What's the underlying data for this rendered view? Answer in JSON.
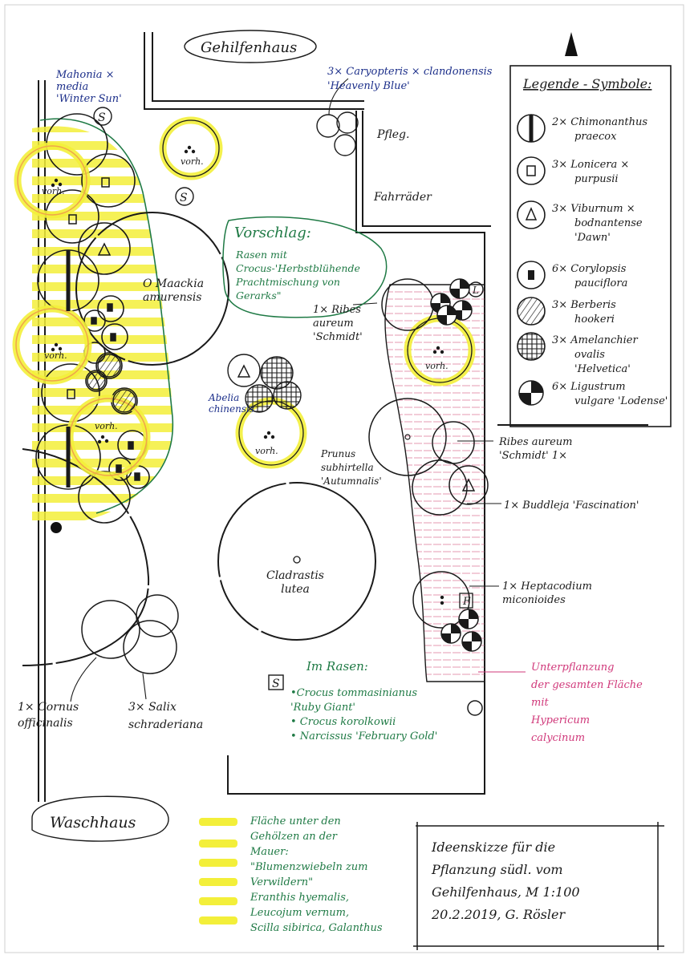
{
  "labels": {
    "gehilfenhaus": "Gehilfenhaus",
    "waschhaus": "Waschhaus",
    "pflege": "Pfleg.",
    "fahrraeder": "Fahrräder",
    "mahonia": [
      "Mahonia ×",
      "media",
      "'Winter Sun'"
    ],
    "caryopteris": [
      "3× Caryopteris × clandonensis",
      "'Heavenly Blue'"
    ],
    "maackia": [
      "O Maackia",
      "amurensis"
    ],
    "vorschlag_title": "Vorschlag:",
    "vorschlag_lines": [
      "Rasen mit",
      "Crocus-'Herbstblühende",
      "Prachtmischung von",
      "Gerarks\""
    ],
    "ribes_top": [
      "1× Ribes",
      "aureum",
      "'Schmidt'"
    ],
    "abelia": [
      "Abelia",
      "chinensis"
    ],
    "prunus": [
      "Prunus",
      "subhirtella",
      "'Autumnalis'"
    ],
    "cladrastis": [
      "Cladrastis",
      "lutea"
    ],
    "ribes_right": [
      "Ribes aureum",
      "'Schmidt' 1×"
    ],
    "buddleja": "1× Buddleja 'Fascination'",
    "heptacodium": [
      "1× Heptacodium",
      "miconioides"
    ],
    "unterpflanzung": [
      "Unterpflanzung",
      "der gesamten Fläche",
      "mit",
      "Hypericum",
      "calycinum"
    ],
    "cornus": [
      "1× Cornus",
      "officinalis"
    ],
    "salix": [
      "3× Salix",
      "schraderiana"
    ],
    "im_rasen_title": "Im Rasen:",
    "im_rasen_items": [
      "•Crocus tommasinianus",
      "'Ruby Giant'",
      "• Crocus korolkowii",
      "• Narcissus 'February Gold'"
    ],
    "vorh": "vorh.",
    "marker_s": "S",
    "marker_l": "L",
    "marker_f": "F"
  },
  "legend": {
    "title": "Legende - Symbole:",
    "items": [
      {
        "symbol": "vertical-bar",
        "text": [
          "2× Chimonanthus",
          "praecox"
        ]
      },
      {
        "symbol": "square",
        "text": [
          "3× Lonicera ×",
          "purpusii"
        ]
      },
      {
        "symbol": "triangle",
        "text": [
          "3× Viburnum ×",
          "bodnantense",
          "'Dawn'"
        ]
      },
      {
        "symbol": "filled-square",
        "text": [
          "6× Corylopsis",
          "pauciflora"
        ]
      },
      {
        "symbol": "hatched",
        "text": [
          "3× Berberis",
          "hookeri"
        ]
      },
      {
        "symbol": "crosshatched",
        "text": [
          "3× Amelanchier",
          "ovalis",
          "'Helvetica'"
        ]
      },
      {
        "symbol": "quartered",
        "text": [
          "6× Ligustrum",
          "vulgare 'Lodense'"
        ]
      }
    ]
  },
  "note_block": {
    "lines": [
      "Fläche unter den",
      "Gehölzen an der",
      "Mauer:",
      "\"Blumenzwiebeln zum",
      "Verwildern\"",
      "Eranthis hyemalis,",
      "Leucojum vernum,",
      "Scilla sibirica, Galanthus"
    ]
  },
  "title_block": {
    "lines": [
      "Ideenskizze für die",
      "Pflanzung südl. vom",
      "Gehilfenhaus, M 1:100",
      "20.2.2019, G. Rösler"
    ]
  },
  "colors": {
    "ink": "#1a1a1a",
    "blue_ink": "#1c2f8a",
    "green_ink": "#1f7a45",
    "pink_ink": "#d0387a",
    "highlight_yellow": "#f3ef3a",
    "highlight_orange": "#f0a54a",
    "hatch_pink": "#e7a2b8"
  }
}
